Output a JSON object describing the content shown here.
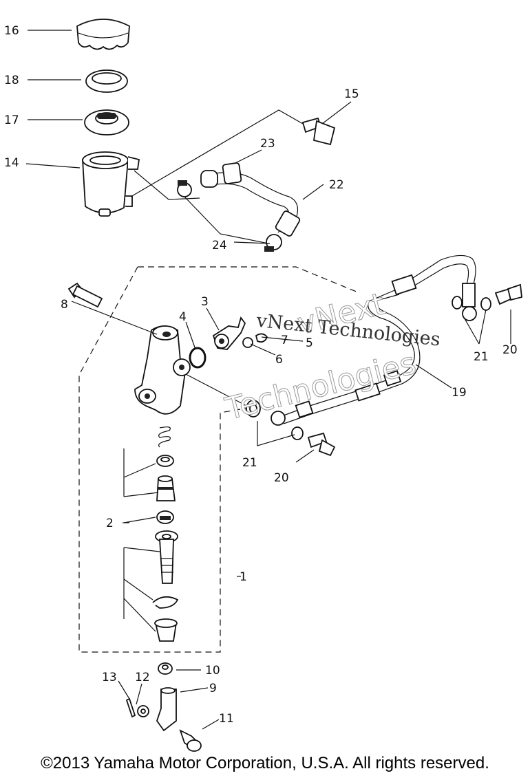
{
  "callouts": {
    "c1": "1",
    "c2": "2",
    "c3": "3",
    "c4": "4",
    "c5": "5",
    "c6": "6",
    "c7": "7",
    "c8": "8",
    "c9": "9",
    "c10": "10",
    "c11": "11",
    "c12": "12",
    "c13": "13",
    "c14": "14",
    "c15": "15",
    "c16": "16",
    "c17": "17",
    "c18": "18",
    "c19": "19",
    "c20a": "20",
    "c20b": "20",
    "c21a": "21",
    "c21b": "21",
    "c22": "22",
    "c23": "23",
    "c24": "24"
  },
  "watermark": {
    "line1": "vNext Technologies",
    "line2": "Technologies",
    "line3": "vNext"
  },
  "copyright": "©2013 Yamaha Motor Corporation, U.S.A. All rights reserved."
}
